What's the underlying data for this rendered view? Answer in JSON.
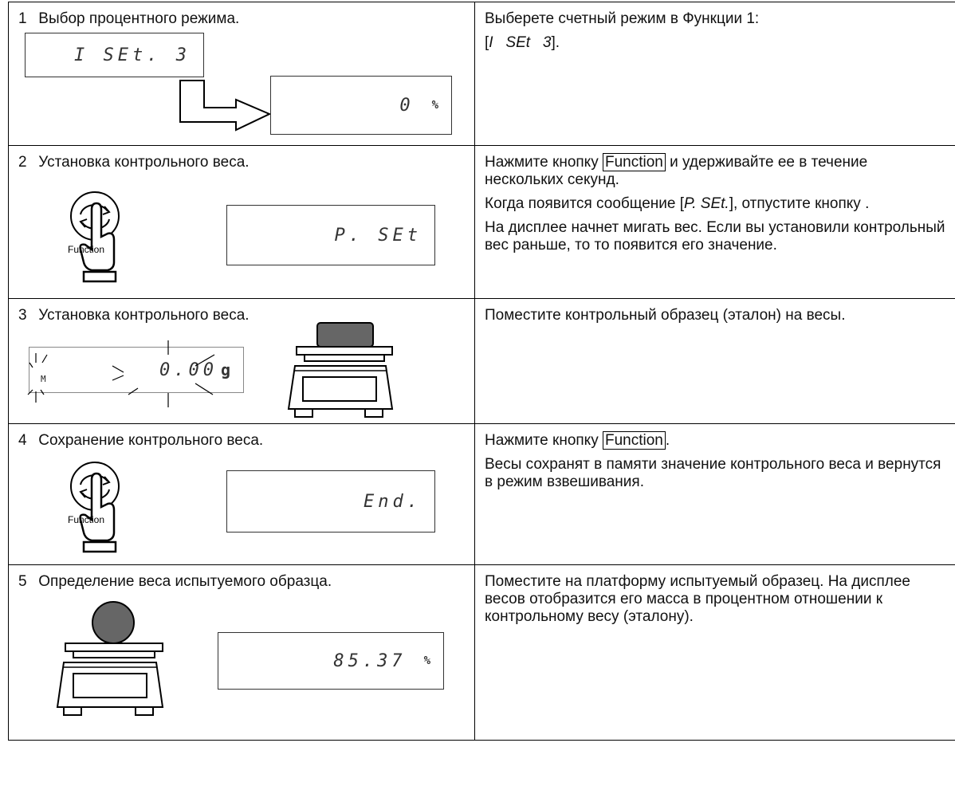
{
  "steps": [
    {
      "number": "1",
      "title": "Выбор процентного режима.",
      "lcd_primary": "I   SEt. 3",
      "lcd_secondary": "0",
      "lcd_secondary_unit": "%",
      "desc_p1": "Выберете счетный режим в Функции 1:",
      "desc_p2_open": "[",
      "desc_p2_code1": "I",
      "desc_p2_code2": "SEt",
      "desc_p2_code3": "3",
      "desc_p2_close": "]."
    },
    {
      "number": "2",
      "title": "Установка контрольного веса.",
      "button_caption": "Function",
      "lcd_primary": "P. SEt",
      "desc_p1_pre": "Нажмите кнопку",
      "desc_p1_key": "Function",
      "desc_p1_post": "и удерживайте ее в течение нескольких секунд.",
      "desc_p2_pre": "Когда появится сообщение [",
      "desc_p2_code": "P.    SEt.",
      "desc_p2_post": "], отпустите кнопку .",
      "desc_p3": "На дисплее начнет мигать вес. Если вы установили контрольный вес раньше, то то появится его значение."
    },
    {
      "number": "3",
      "title": "Установка контрольного веса.",
      "lcd_primary": "0.00",
      "lcd_unit": "g",
      "lcd_indicator": "M",
      "desc_p1": "Поместите контрольный образец (эталон) на весы."
    },
    {
      "number": "4",
      "title": "Сохранение контрольного веса.",
      "button_caption": "Function",
      "lcd_primary": "End.",
      "desc_p1_pre": "Нажмите кнопку",
      "desc_p1_key": "Function",
      "desc_p1_post": ".",
      "desc_p2": "Весы сохранят в памяти значение контрольного веса и вернутся в режим взвешивания."
    },
    {
      "number": "5",
      "title": "Определение веса испытуемого образца.",
      "lcd_primary": "85.37",
      "lcd_unit": "%",
      "desc_p1": "Поместите на платформу испытуемый образец. На дисплее весов отобразится его масса в процентном отношении к контрольному весу (эталону)."
    }
  ]
}
